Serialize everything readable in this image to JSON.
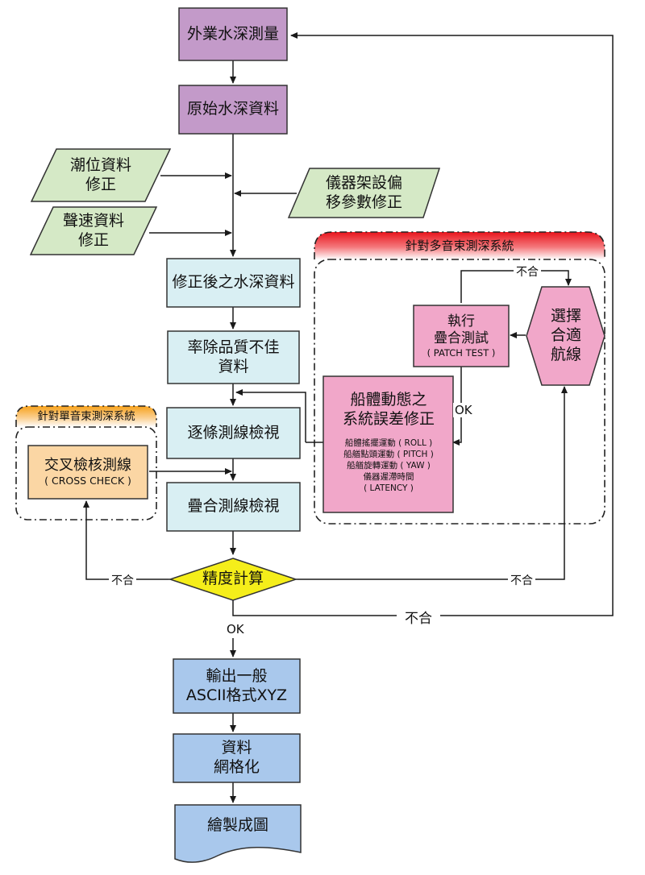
{
  "nodes": {
    "field_survey": "外業水深測量",
    "raw_data": "原始水深資料",
    "tide_correction": [
      "潮位資料",
      "修正"
    ],
    "sound_velocity": [
      "聲速資料",
      "修正"
    ],
    "offset_correction": [
      "儀器架設偏",
      "移參數修正"
    ],
    "corrected_data": "修正後之水深資料",
    "remove_poor": [
      "率除品質不佳",
      "資料"
    ],
    "line_review": "逐條測線檢視",
    "overlap_review": "疊合測線檢視",
    "accuracy": "精度計算",
    "output_ascii": [
      "輸出一般",
      "ASCII格式XYZ"
    ],
    "gridding": [
      "資料",
      "網格化"
    ],
    "plotting": "繪製成圖"
  },
  "single_beam_group": {
    "title": "針對單音束測深系統",
    "cross_check": [
      "交叉檢核測線",
      "( CROSS CHECK )"
    ]
  },
  "multibeam_group": {
    "title": "針對多音束測深系統",
    "patch_test": [
      "執行",
      "疊合測試",
      "( PATCH TEST )"
    ],
    "select_lines": [
      "選擇",
      "合適",
      "航線"
    ],
    "motion_correction": {
      "title": [
        "船體動態之",
        "系統誤差修正"
      ],
      "items": [
        "船體搖擺運動 ( ROLL )",
        "船艏點頭運動 ( PITCH )",
        "船艏旋轉運動 ( YAW )",
        "儀器遲滯時間",
        "( LATENCY )"
      ]
    }
  },
  "edge_labels": {
    "fail_top": "不合",
    "ok_patch": "OK",
    "fail_left": "不合",
    "fail_right": "不合",
    "fail_bottom": "不合",
    "ok_output": "OK"
  },
  "colors": {
    "purple": "#c39ac9",
    "green": "#d5e9c6",
    "light_blue": "#d9eff3",
    "orange": "#fbd6a4",
    "pink": "#f1a7c9",
    "yellow": "#f5ee1a",
    "blue": "#a9c8ec",
    "red_header": "#e8141c",
    "orange_header": "#f7a21c"
  }
}
